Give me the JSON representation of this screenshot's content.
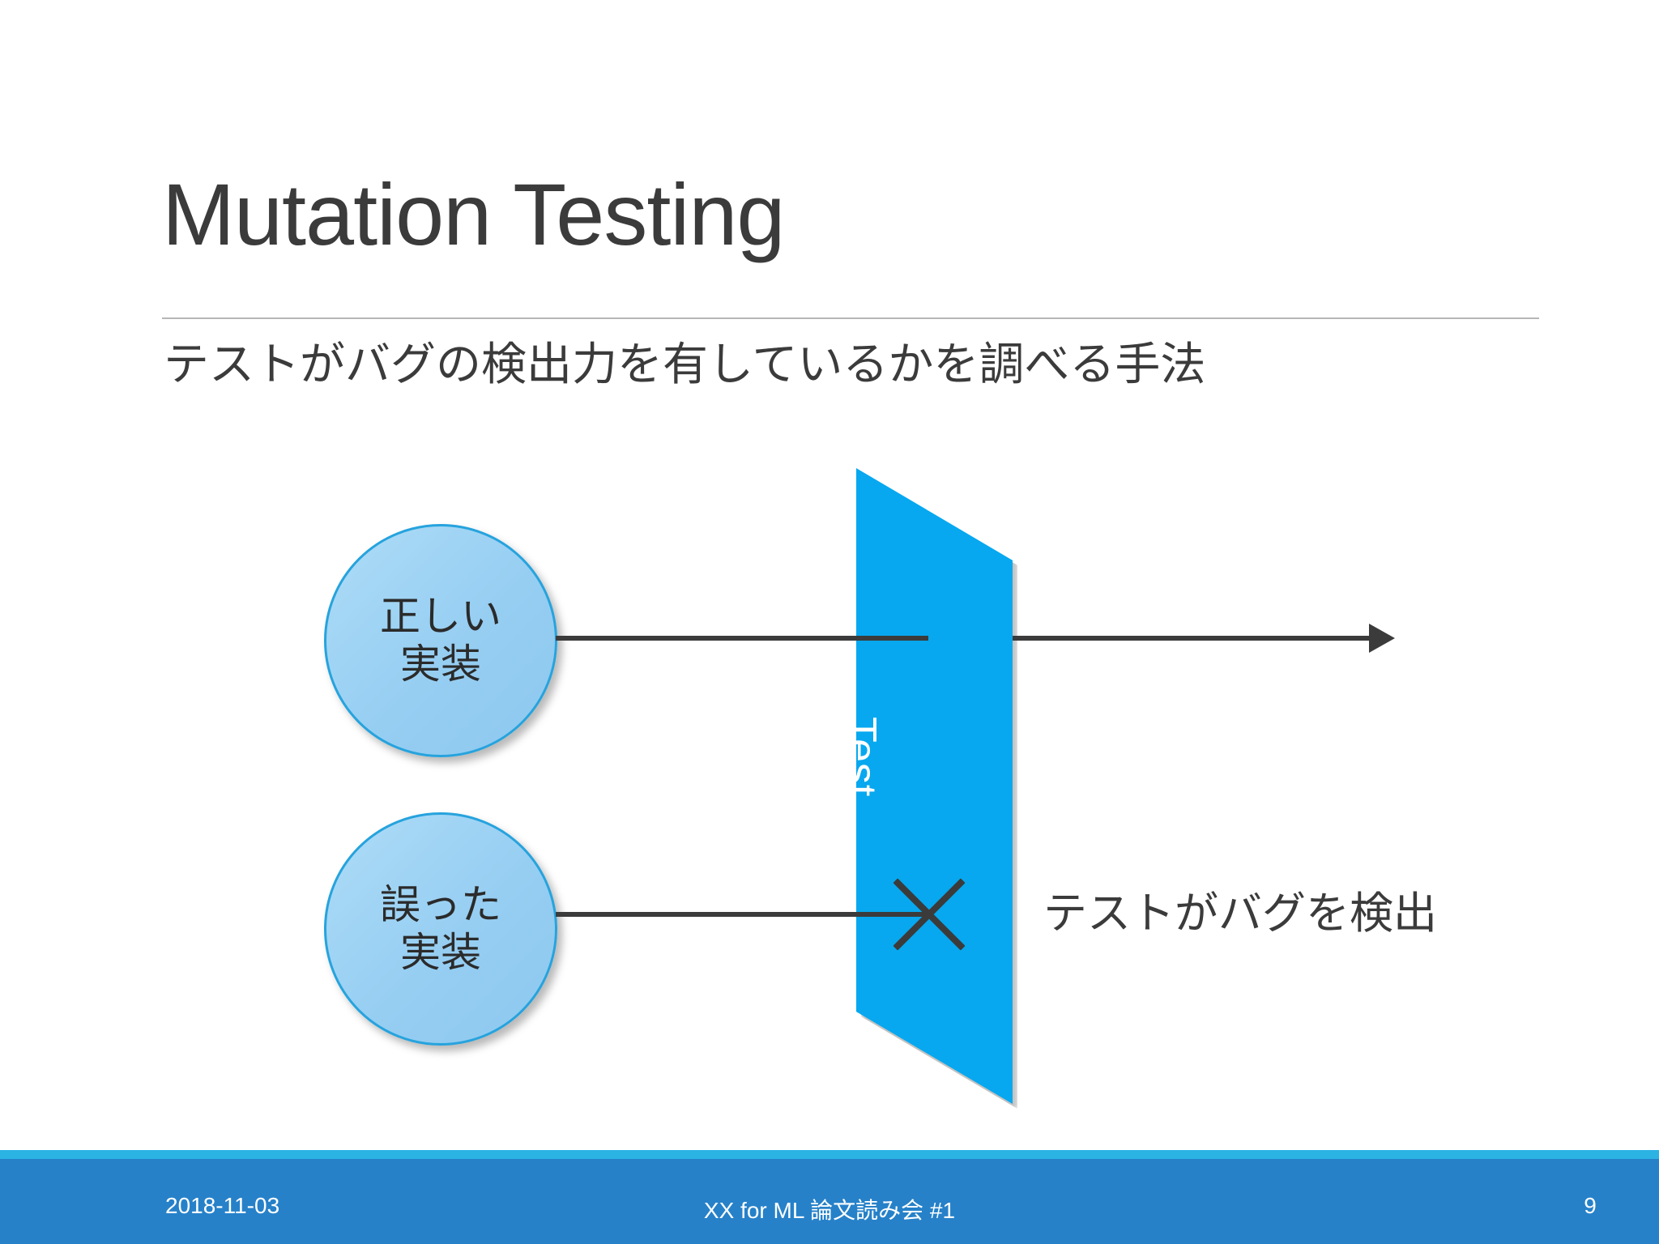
{
  "slide": {
    "title": "Mutation Testing",
    "subtitle": "テストがバグの検出力を有しているかを調べる手法"
  },
  "diagram": {
    "correct_impl": {
      "line1": "正しい",
      "line2": "実装"
    },
    "wrong_impl": {
      "line1": "誤った",
      "line2": "実装"
    },
    "test_gate_label": "Test",
    "detection_label": "テストがバグを検出",
    "cross_mark": "×",
    "colors": {
      "test_shape": "#07A8EF",
      "circle_fill": "#9CD2F3",
      "circle_border": "#26A3DD",
      "arrow": "#3B3B3B",
      "footer_bar": "#2681C9",
      "footer_accent": "#2BB3E3",
      "text": "#3B3B3B"
    }
  },
  "footer": {
    "date": "2018-11-03",
    "event": "XX for ML 論文読み会 #1",
    "page_number": "9"
  }
}
